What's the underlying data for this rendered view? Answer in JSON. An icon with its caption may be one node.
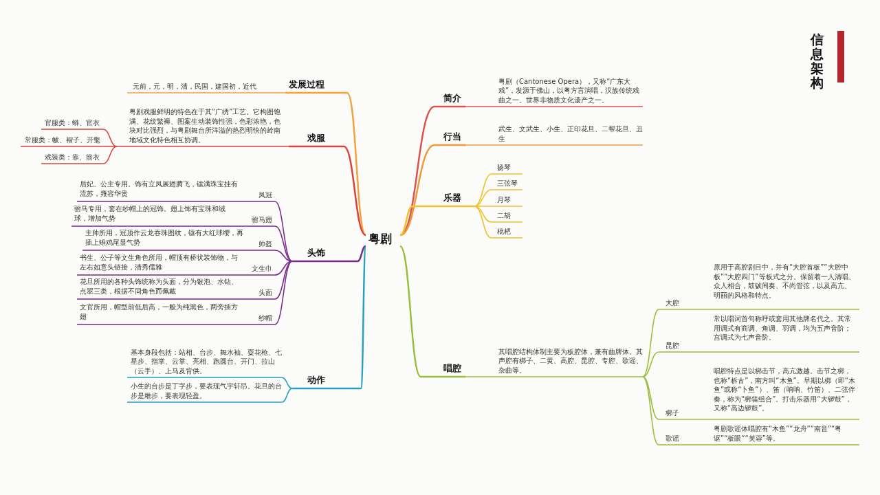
{
  "diagram": {
    "title": "信息架构",
    "nodes": [
      {
        "text": [
          "粤剧"
        ]
      },
      {
        "text": [
          "发展过程"
        ]
      },
      {
        "text": [
          "元前，元，明，清，民国，建国初，近代"
        ]
      },
      {
        "text": [
          "戏服"
        ]
      },
      {
        "text": [
          "粤剧戏服鲜明的特色在于其“广绣”工艺。它构图饱满、花纹繁褥、图案生动装饰性强，色彩浓艳，色块对比强烈，与粤剧舞台所洋溢的热烈明快的岭南地域文化特色相互协调。"
        ]
      },
      {
        "text": [
          "官服类：蟒、官衣"
        ]
      },
      {
        "text": [
          "常服类：帔、褶子、开氅"
        ]
      },
      {
        "text": [
          "戏装类：靠、箭衣"
        ]
      },
      {
        "text": [
          "头饰"
        ]
      },
      {
        "text": [
          "后妃、公主专用。饰有立凤展翅腾飞，镶满珠宝挂有流苏，雍容华贵",
          "凤冠"
        ]
      },
      {
        "text": [
          "驸马专用，套在纱帽上的冠饰。翅上饰有宝珠和绒球，增加气势",
          "驸马翅"
        ]
      },
      {
        "text": [
          "主帅所用，冠顶作云龙吞珠图纹，镶有大红球缨，再插上雉鸡尾显气势",
          "帅盔"
        ]
      },
      {
        "text": [
          "书生、公子等文生角色所用，帽顶有桥状装饰物，与左右如意头链接，清秀儒雅",
          "文生巾"
        ]
      },
      {
        "text": [
          "花旦所用的各种头饰统称为头面，分为银泡、水钻、点翠三类，根据不同角色而佩戴",
          "头面"
        ]
      },
      {
        "text": [
          "文官所用，帽型前低后高，一般为纯黑色，两旁插方翅",
          "纱帽"
        ]
      },
      {
        "text": [
          "动作"
        ]
      },
      {
        "text": [
          "基本身段包括：站相、台步、舞水袖、耍花枪、七星步、指掌、云掌、亮相、跑圆台、开门、拉山（云手）、上马及背供。"
        ]
      },
      {
        "text": [
          "小生的台步是丁字步，要表现气宇轩昂。花旦的台步是雕步，要表现轻盈。"
        ]
      },
      {
        "text": [
          "简介"
        ]
      },
      {
        "text": [
          "粤剧（Cantonese Opera），又称“广东大戏”，发源于佛山，以粤方言演唱，汉族传统戏曲之一。世界非物质文化遗产之一。"
        ]
      },
      {
        "text": [
          "行当"
        ]
      },
      {
        "text": [
          "武生、文武生、小生、正印花旦、二帮花旦、丑生"
        ]
      },
      {
        "text": [
          "乐器"
        ]
      },
      {
        "text": [
          "扬琴"
        ]
      },
      {
        "text": [
          "三弦琴"
        ]
      },
      {
        "text": [
          "月琴"
        ]
      },
      {
        "text": [
          "二胡"
        ]
      },
      {
        "text": [
          "枇杷"
        ]
      },
      {
        "text": [
          "唱腔"
        ]
      },
      {
        "text": [
          "其唱腔结构体制主要为板腔体，兼有曲牌体。其声腔有梆子、二黄、高腔、昆腔、专腔、歌谣、杂曲等。"
        ]
      },
      {
        "text": [
          "大腔",
          "原用于高腔剧目中，并有“大腔首板”“大腔中板”“大腔四门”等板式之分。保留着一人清唱、众人相合，鼓钹间奏、不尚管弦，以及高亢、明丽的风格和特点。"
        ]
      },
      {
        "text": [
          "昆腔",
          "常以唱词首句称呼或套用其他牌名代之。其常用调式有商调、角调、羽调，均为五声音阶；宫调式为七声音阶。"
        ]
      },
      {
        "text": [
          "梆子",
          "唱腔特点是以梆击节，高亢激越。击节之梆，也称“柝古”，南方叫“木鱼”。早期以梆（即“木鱼”或称“卜鱼”）、笛（呐呐、竹笛）、二弦伴奏，称为“梆笛组合”。打击乐器用“大锣鼓”，又称“高边锣鼓”。"
        ]
      },
      {
        "text": [
          "歌谣",
          "粤剧歌谣体唱腔有“木鱼”“龙舟”“南音”“粤讴”“板眼”“芙蓉”等。"
        ]
      }
    ],
    "edges": [
      {
        "from": 0,
        "to": 1,
        "arrow": "none",
        "color": "#f0a33a"
      },
      {
        "from": 1,
        "to": 2,
        "arrow": "none",
        "color": "#f0a33a"
      },
      {
        "from": 0,
        "to": 3,
        "arrow": "none",
        "color": "#d9443a"
      },
      {
        "from": 3,
        "to": 4,
        "arrow": "none",
        "color": "#d9443a"
      },
      {
        "from": 4,
        "to": 5,
        "arrow": "none",
        "color": "#d9443a"
      },
      {
        "from": 4,
        "to": 6,
        "arrow": "none",
        "color": "#d9443a"
      },
      {
        "from": 4,
        "to": 7,
        "arrow": "none",
        "color": "#d9443a"
      },
      {
        "from": 0,
        "to": 8,
        "arrow": "none",
        "color": "#7a2a8a"
      },
      {
        "from": 8,
        "to": 9,
        "arrow": "none",
        "color": "#7a2a8a"
      },
      {
        "from": 8,
        "to": 10,
        "arrow": "none",
        "color": "#7a2a8a"
      },
      {
        "from": 8,
        "to": 11,
        "arrow": "none",
        "color": "#7a2a8a"
      },
      {
        "from": 8,
        "to": 12,
        "arrow": "none",
        "color": "#7a2a8a"
      },
      {
        "from": 8,
        "to": 13,
        "arrow": "none",
        "color": "#7a2a8a"
      },
      {
        "from": 8,
        "to": 14,
        "arrow": "none",
        "color": "#7a2a8a"
      },
      {
        "from": 0,
        "to": 15,
        "arrow": "none",
        "color": "#2a9fbf"
      },
      {
        "from": 15,
        "to": 16,
        "arrow": "none",
        "color": "#2a9fbf"
      },
      {
        "from": 15,
        "to": 17,
        "arrow": "none",
        "color": "#2a9fbf"
      },
      {
        "from": 0,
        "to": 18,
        "arrow": "none",
        "color": "#d9534f"
      },
      {
        "from": 18,
        "to": 19,
        "arrow": "none",
        "color": "#d9534f"
      },
      {
        "from": 0,
        "to": 20,
        "arrow": "none",
        "color": "#ee9a3c"
      },
      {
        "from": 20,
        "to": 21,
        "arrow": "none",
        "color": "#ee9a3c"
      },
      {
        "from": 0,
        "to": 22,
        "arrow": "none",
        "color": "#f0c22c"
      },
      {
        "from": 22,
        "to": 23,
        "arrow": "none",
        "color": "#f0c22c"
      },
      {
        "from": 22,
        "to": 24,
        "arrow": "none",
        "color": "#f0c22c"
      },
      {
        "from": 22,
        "to": 25,
        "arrow": "none",
        "color": "#f0c22c"
      },
      {
        "from": 22,
        "to": 26,
        "arrow": "none",
        "color": "#f0c22c"
      },
      {
        "from": 22,
        "to": 27,
        "arrow": "none",
        "color": "#f0c22c"
      },
      {
        "from": 0,
        "to": 28,
        "arrow": "none",
        "color": "#9cbc3c"
      },
      {
        "from": 28,
        "to": 29,
        "arrow": "none",
        "color": "#9cbc3c"
      },
      {
        "from": 29,
        "to": 30,
        "arrow": "none",
        "color": "#9cbc3c"
      },
      {
        "from": 29,
        "to": 31,
        "arrow": "none",
        "color": "#9cbc3c"
      },
      {
        "from": 29,
        "to": 32,
        "arrow": "none",
        "color": "#9cbc3c"
      },
      {
        "from": 29,
        "to": 33,
        "arrow": "none",
        "color": "#9cbc3c"
      }
    ]
  }
}
